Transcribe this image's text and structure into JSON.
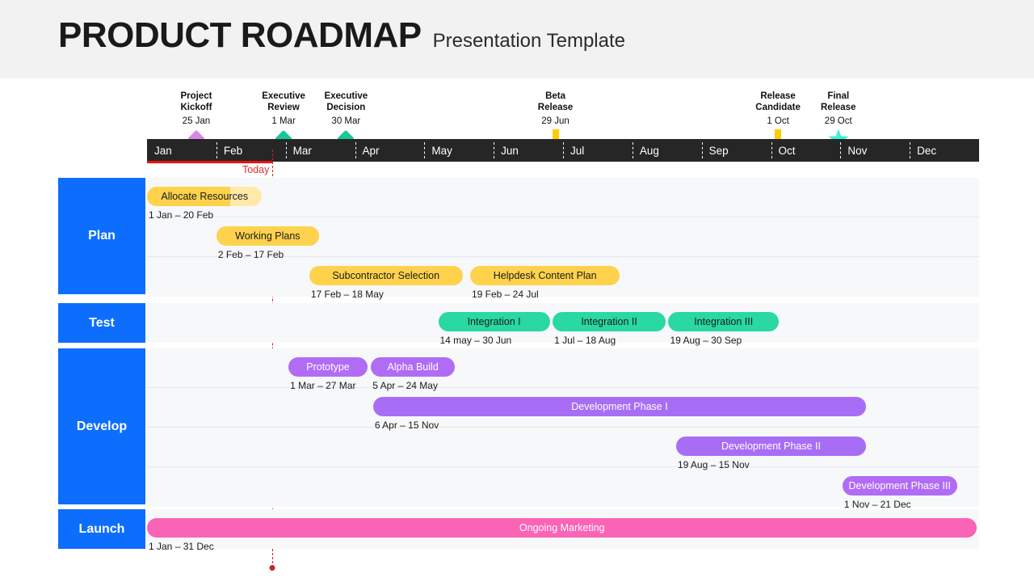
{
  "header": {
    "title": "PRODUCT ROADMAP",
    "subtitle": "Presentation Template"
  },
  "timeline": {
    "months": [
      "Jan",
      "Feb",
      "Mar",
      "Apr",
      "May",
      "Jun",
      "Jul",
      "Aug",
      "Sep",
      "Oct",
      "Nov",
      "Dec"
    ],
    "today_label": "Today",
    "today_month_index": 1.81,
    "progress_color": "#ee1111",
    "bar_background": "#262626"
  },
  "milestones": [
    {
      "name": "Project\nKickoff",
      "date": "25 Jan",
      "marker": "diamond-marker",
      "color": "#d687e8",
      "month_pos": 0.71
    },
    {
      "name": "Executive\nReview",
      "date": "1 Mar",
      "marker": "diamond-marker",
      "color": "#18c79a",
      "month_pos": 1.97
    },
    {
      "name": "Executive\nDecision",
      "date": "30 Mar",
      "marker": "diamond-marker",
      "color": "#18c79a",
      "month_pos": 2.87
    },
    {
      "name": "Beta\nRelease",
      "date": "29  Jun",
      "marker": "arrow-down-marker",
      "color": "#ffcc00",
      "month_pos": 5.89
    },
    {
      "name": "Release\nCandidate",
      "date": "1  Oct",
      "marker": "arrow-down-marker",
      "color": "#ffcc00",
      "month_pos": 9.1
    },
    {
      "name": "Final\nRelease",
      "date": "29 Oct",
      "marker": "star-marker",
      "color": "#3ef0d8",
      "month_pos": 9.97
    }
  ],
  "categories": [
    {
      "label": "Plan",
      "color": "#0d6efd"
    },
    {
      "label": "Test",
      "color": "#0d6efd"
    },
    {
      "label": "Develop",
      "color": "#0d6efd"
    },
    {
      "label": "Launch",
      "color": "#0d6efd"
    }
  ],
  "tasks": [
    {
      "category": "Plan",
      "label": "Allocate Resources",
      "date_range": "1 Jan – 20 Feb",
      "color": "#ffd24d",
      "track_color": "#ffe9a8",
      "text_color": "#1a1a1a",
      "progress": 0.72,
      "row": 0,
      "start": 0.0,
      "end": 1.66
    },
    {
      "category": "Plan",
      "label": "Working Plans",
      "date_range": "2 Feb – 17 Feb",
      "color": "#ffd24d",
      "track_color": "#ffd24d",
      "text_color": "#1a1a1a",
      "progress": 1.0,
      "row": 1,
      "start": 1.0,
      "end": 2.48
    },
    {
      "category": "Plan",
      "label": "Subcontractor Selection",
      "date_range": "17 Feb – 18 May",
      "color": "#ffd24d",
      "track_color": "#ffd24d",
      "text_color": "#1a1a1a",
      "progress": 1.0,
      "row": 2,
      "start": 2.34,
      "end": 4.55
    },
    {
      "category": "Plan",
      "label": "Helpdesk Content Plan",
      "date_range": "19 Feb – 24 Jul",
      "color": "#ffd24d",
      "track_color": "#ffd24d",
      "text_color": "#1a1a1a",
      "progress": 1.0,
      "row": 2,
      "start": 4.66,
      "end": 6.82
    },
    {
      "category": "Test",
      "label": "Integration I",
      "date_range": "14 may – 30 Jun",
      "color": "#29d8a2",
      "track_color": "#29d8a2",
      "text_color": "#1a1a1a",
      "progress": 1.0,
      "row": 0,
      "start": 4.2,
      "end": 5.81
    },
    {
      "category": "Test",
      "label": "Integration II",
      "date_range": "1 Jul – 18 Aug",
      "color": "#29d8a2",
      "track_color": "#29d8a2",
      "text_color": "#1a1a1a",
      "progress": 1.0,
      "row": 0,
      "start": 5.85,
      "end": 7.48
    },
    {
      "category": "Test",
      "label": "Integration III",
      "date_range": "19 Aug – 30 Sep",
      "color": "#29d8a2",
      "track_color": "#29d8a2",
      "text_color": "#1a1a1a",
      "progress": 1.0,
      "row": 0,
      "start": 7.52,
      "end": 9.11
    },
    {
      "category": "Develop",
      "label": "Prototype",
      "date_range": "1 Mar – 27 Mar",
      "color": "#b06cf5",
      "track_color": "#b06cf5",
      "text_color": "#ffffff",
      "progress": 1.0,
      "row": 0,
      "start": 2.04,
      "end": 3.18
    },
    {
      "category": "Develop",
      "label": "Alpha Build",
      "date_range": "5 Apr – 24 May",
      "color": "#b06cf5",
      "track_color": "#b06cf5",
      "text_color": "#ffffff",
      "progress": 1.0,
      "row": 0,
      "start": 3.23,
      "end": 4.44
    },
    {
      "category": "Develop",
      "label": "Development Phase I",
      "date_range": "6 Apr – 15 Nov",
      "color": "#a86df5",
      "track_color": "#a86df5",
      "text_color": "#ffffff",
      "progress": 1.0,
      "row": 1,
      "start": 3.26,
      "end": 10.37
    },
    {
      "category": "Develop",
      "label": "Development Phase II",
      "date_range": "19 Aug – 15 Nov",
      "color": "#a86df5",
      "track_color": "#a86df5",
      "text_color": "#ffffff",
      "progress": 1.0,
      "row": 2,
      "start": 7.63,
      "end": 10.37
    },
    {
      "category": "Develop",
      "label": "Development Phase III",
      "date_range": "1 Nov – 21 Dec",
      "color": "#b06cf5",
      "track_color": "#b06cf5",
      "text_color": "#ffffff",
      "progress": 1.0,
      "row": 3,
      "start": 10.03,
      "end": 11.68
    },
    {
      "category": "Launch",
      "label": "Ongoing Marketing",
      "date_range": "1 Jan – 31 Dec",
      "color": "#fa63b6",
      "track_color": "#fa63b6",
      "text_color": "#ffffff",
      "progress": 1.0,
      "row": 0,
      "start": 0.0,
      "end": 11.97
    }
  ]
}
